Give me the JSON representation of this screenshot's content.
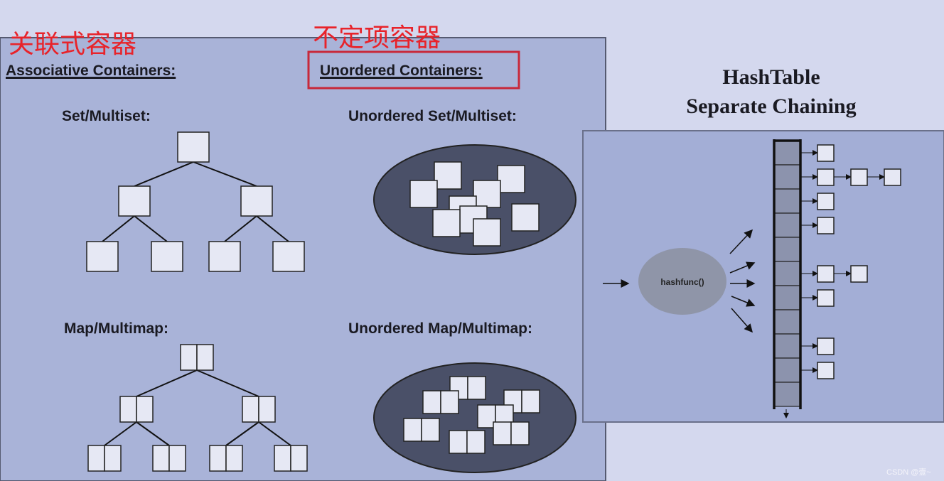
{
  "annotations": {
    "associative_cn": "关联式容器",
    "unordered_cn": "不定项容器"
  },
  "slide": {
    "associative_header": "Associative Containers:",
    "unordered_header": "Unordered Containers:",
    "set_label": "Set/Multiset:",
    "map_label": "Map/Multimap:",
    "unordered_set_label": "Unordered Set/Multiset:",
    "unordered_map_label": "Unordered Map/Multimap:"
  },
  "hashtable": {
    "title_line1": "HashTable",
    "title_line2": "Separate Chaining",
    "hash_function": "hashfunc()",
    "bucket_chain_lengths": [
      1,
      3,
      1,
      1,
      0,
      2,
      1,
      0,
      1,
      1,
      0
    ]
  },
  "watermark": "CSDN @壹~",
  "colors": {
    "annotation_red": "#e8232a",
    "highlight_box": "#c8283a",
    "slide_bg": "#a9b3d8",
    "ellipse": "#4a5068",
    "node": "#e6e8f4",
    "bucket": "#8c93ad"
  }
}
